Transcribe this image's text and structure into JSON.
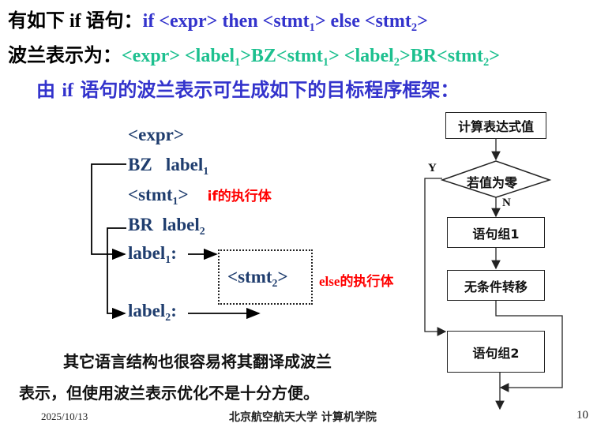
{
  "header": {
    "line1": {
      "prefix": "有如下",
      "if_word": " if ",
      "suffix": "语句：",
      "code": {
        "a": "if <expr> then <stmt",
        "sub1": "1",
        "b": "> else <stmt",
        "sub2": "2",
        "c": ">"
      }
    },
    "line2": {
      "prefix": "波兰表示为：",
      "code": {
        "a": "<expr> <label",
        "sub1": "1",
        "b": ">BZ<stmt",
        "sub2": "1",
        "c": "> <label",
        "sub3": "2",
        "d": ">BR<stmt",
        "sub4": "2",
        "e": ">"
      }
    },
    "line3": {
      "a": "由 ",
      "if_word": "if",
      "b": " 语句的波兰表示可生成如下的目标程序框架："
    }
  },
  "code_frame": {
    "expr": "<expr>",
    "bz": "BZ   label",
    "bz_sub": "1",
    "stmt1": "<stmt",
    "stmt1_sub": "1",
    "stmt1_end": ">",
    "if_body_note": "if的执行体",
    "br": "BR  label",
    "br_sub": "2",
    "label1": "label",
    "label1_sub": "1",
    "label1_colon": ":",
    "stmt2": "<stmt",
    "stmt2_sub": "2",
    "stmt2_end": ">",
    "else_body_note": "else的执行体",
    "label2": "label",
    "label2_sub": "2",
    "label2_colon": ":"
  },
  "flowchart": {
    "compute": "计算表达式值",
    "decision": "若值为零",
    "yes": "Y",
    "no": "N",
    "group1": "语句组1",
    "jump": "无条件转移",
    "group2": "语句组2"
  },
  "bottom_text": {
    "line1": "其它语言结构也很容易将其翻译成波兰",
    "line2": "表示，但使用波兰表示优化不是十分方便。"
  },
  "footer": {
    "date": "2025/10/13",
    "institution": "北京航空航天大学 计算机学院",
    "page": "10"
  },
  "colors": {
    "blue": "#3333cc",
    "green": "#1dc08f",
    "navy": "#1f3d6e",
    "red": "#ff0000"
  }
}
